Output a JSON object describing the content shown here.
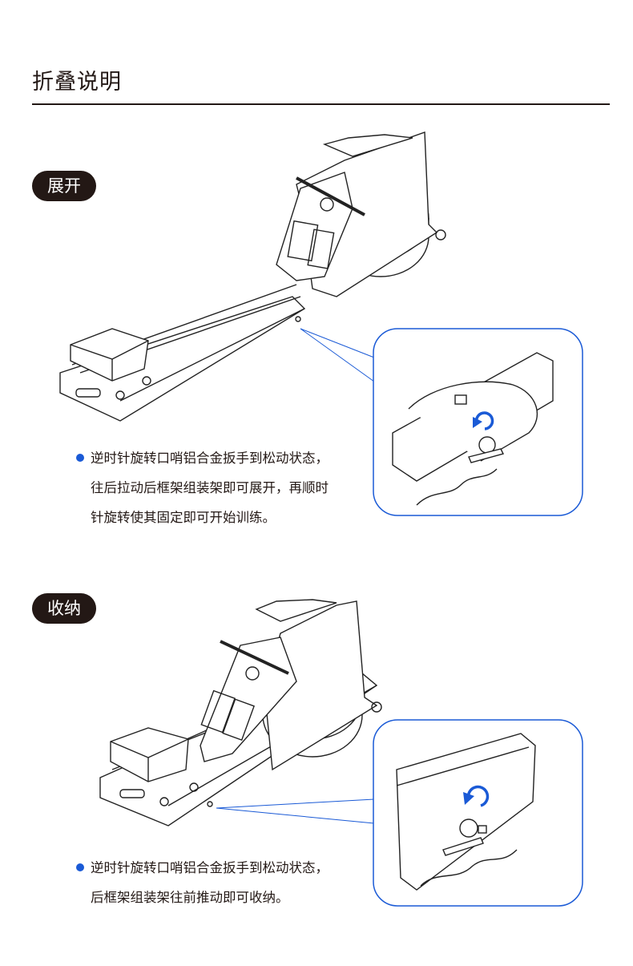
{
  "page_title": "折叠说明",
  "sections": [
    {
      "badge": "展开",
      "lines": [
        "逆时针旋转口哨铝合金扳手到松动状态，",
        "往后拉动后框架组装架即可展开，再顺时",
        "针旋转使其固定即可开始训练。"
      ]
    },
    {
      "badge": "收纳",
      "lines": [
        "逆时针旋转口哨铝合金扳手到松动状态，",
        "后框架组装架往前推动即可收纳。"
      ]
    }
  ],
  "colors": {
    "accent": "#1a5ad6",
    "text": "#231815"
  }
}
